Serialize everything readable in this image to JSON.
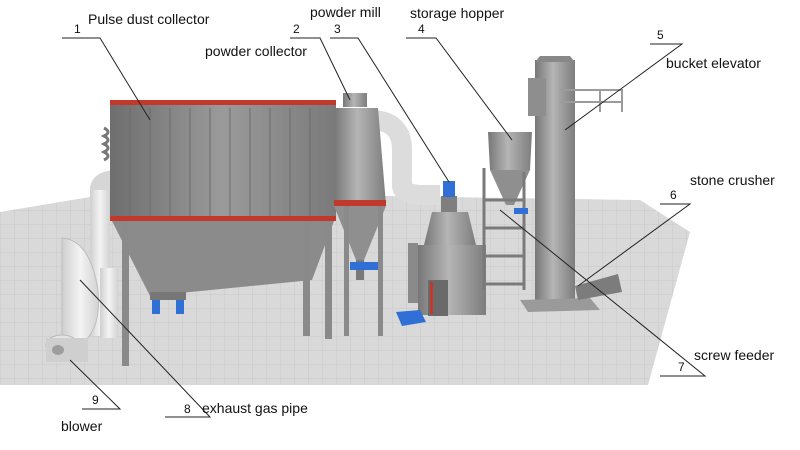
{
  "callouts": [
    {
      "number": "1",
      "label": "Pulse dust collector"
    },
    {
      "number": "2",
      "label": "powder collector"
    },
    {
      "number": "3",
      "label": "powder mill"
    },
    {
      "number": "4",
      "label": "storage hopper"
    },
    {
      "number": "5",
      "label": "bucket elevator"
    },
    {
      "number": "6",
      "label": "stone crusher"
    },
    {
      "number": "7",
      "label": "screw feeder"
    },
    {
      "number": "8",
      "label": "exhaust gas pipe"
    },
    {
      "number": "9",
      "label": "blower"
    }
  ],
  "colors": {
    "floor": "#d6d6d6",
    "machine_gray": "#8a8a8a",
    "trim_red": "#c0392b",
    "part_blue": "#2f6fd6",
    "pipe_white": "#e8e8e8"
  }
}
